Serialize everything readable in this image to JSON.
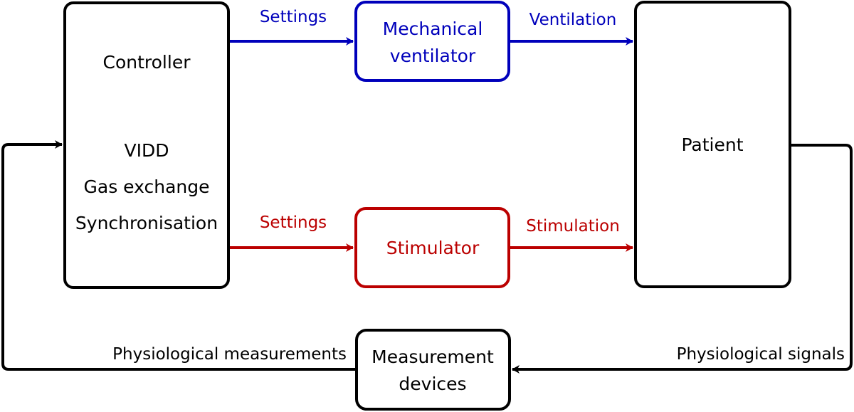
{
  "colors": {
    "black": "#000000",
    "blue": "#0000bb",
    "red": "#bb0000"
  },
  "nodes": {
    "controller": {
      "title": "Controller",
      "lines": [
        "VIDD",
        "Gas exchange",
        "Synchronisation"
      ]
    },
    "ventilator": {
      "lines": [
        "Mechanical",
        "ventilator"
      ]
    },
    "stimulator": {
      "title": "Stimulator"
    },
    "patient": {
      "title": "Patient"
    },
    "measurement": {
      "lines": [
        "Measurement",
        "devices"
      ]
    }
  },
  "edges": {
    "settings_ventilator": "Settings",
    "ventilation": "Ventilation",
    "settings_stimulator": "Settings",
    "stimulation": "Stimulation",
    "physiological_signals": "Physiological signals",
    "physiological_measurements": "Physiological measurements"
  }
}
